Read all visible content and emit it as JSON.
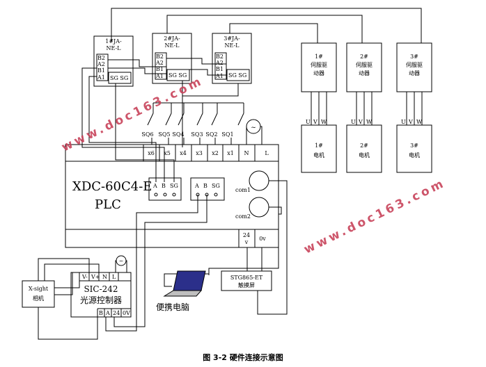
{
  "servo_amps": [
    {
      "id": "1",
      "l1": "1#JA-",
      "l2": "NE-L"
    },
    {
      "id": "2",
      "l1": "2#JA-",
      "l2": "NE-L"
    },
    {
      "id": "3",
      "l1": "3#JA-",
      "l2": "NE-L"
    }
  ],
  "amp_pins": [
    "B2",
    "A2",
    "B1",
    "A1"
  ],
  "amp_sg": "SG  SG",
  "drivers": [
    {
      "l1": "1#",
      "l2": "伺服驱",
      "l3": "动器"
    },
    {
      "l1": "2#",
      "l2": "伺服驱",
      "l3": "动器"
    },
    {
      "l1": "3#",
      "l2": "伺服驱",
      "l3": "动器"
    }
  ],
  "motors": [
    {
      "l1": "1#",
      "l2": "电机"
    },
    {
      "l1": "2#",
      "l2": "电机"
    },
    {
      "l1": "3#",
      "l2": "电机"
    }
  ],
  "uvw": [
    "U",
    "V",
    "W"
  ],
  "switches": [
    "SQ6",
    "SQ5",
    "SQ4",
    "SQ3",
    "SQ2",
    "SQ1"
  ],
  "plc": {
    "terminals": [
      "x6",
      "x5",
      "x4",
      "x3",
      "x2",
      "x1",
      "N",
      "L"
    ],
    "model": "XDC-60C4-E",
    "type": "PLC",
    "port1": [
      "A",
      "B",
      "SG"
    ],
    "port2": [
      "A",
      "B",
      "SG"
    ],
    "com1": "com1",
    "com2": "com2",
    "v24": "24",
    "v24b": "v",
    "v0": "0v"
  },
  "ac_symbol": "~",
  "camera": {
    "l1": "X-sight",
    "l2": "相机"
  },
  "light": {
    "terms": [
      "V-",
      "V+",
      "N",
      "L"
    ],
    "name": "SIC-242",
    "desc": "光源控制器",
    "bottom": [
      "B",
      "A",
      "24",
      "0V"
    ]
  },
  "laptop_label": "便携电脑",
  "touch": {
    "l1": "STG865-ET",
    "l2": "触摸屏"
  },
  "watermark": "www.doc163.com",
  "caption": "图 3-2  硬件连接示意图"
}
